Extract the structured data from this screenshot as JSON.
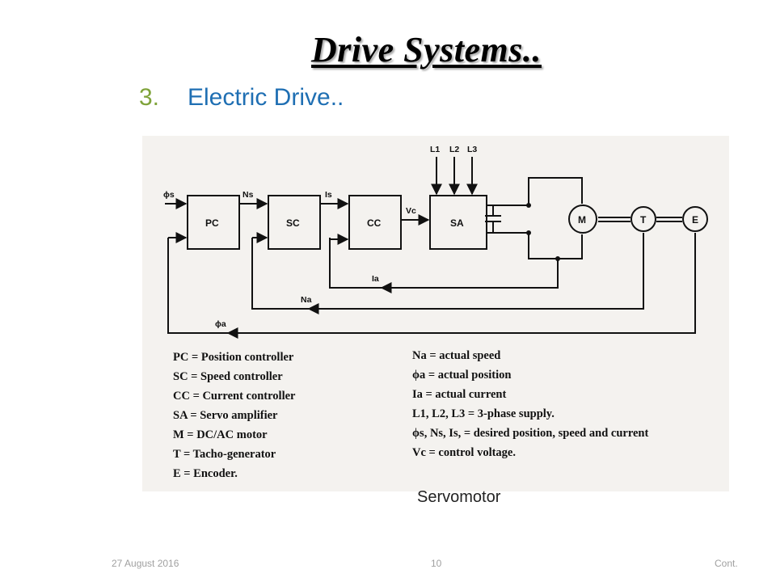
{
  "slide": {
    "title": "Drive Systems..",
    "subhead_number": "3.",
    "subhead_text": "Electric Drive..",
    "caption": "Servomotor",
    "footer_date": "27 August 2016",
    "footer_page": "10",
    "footer_cont": "Cont."
  },
  "diagram": {
    "blocks": {
      "pc": "PC",
      "sc": "SC",
      "cc": "CC",
      "sa": "SA",
      "motor": "M",
      "tacho": "T",
      "encoder": "E"
    },
    "signals": {
      "phi_s": "ϕs",
      "n_s": "Ns",
      "i_s": "Is",
      "v_c": "Vc",
      "i_a": "Ia",
      "n_a": "Na",
      "phi_a": "ϕa",
      "l1": "L1",
      "l2": "L2",
      "l3": "L3"
    },
    "legend_left": [
      "PC = Position controller",
      "SC = Speed controller",
      "CC = Current controller",
      "SA = Servo amplifier",
      "M = DC/AC motor",
      "T = Tacho-generator",
      "E = Encoder."
    ],
    "legend_right": [
      "Na = actual speed",
      "ϕa = actual position",
      "Ia = actual current",
      "L1, L2, L3 = 3-phase supply.",
      "ϕs, Ns, Is, = desired position, speed and current",
      "Vc = control voltage."
    ]
  }
}
